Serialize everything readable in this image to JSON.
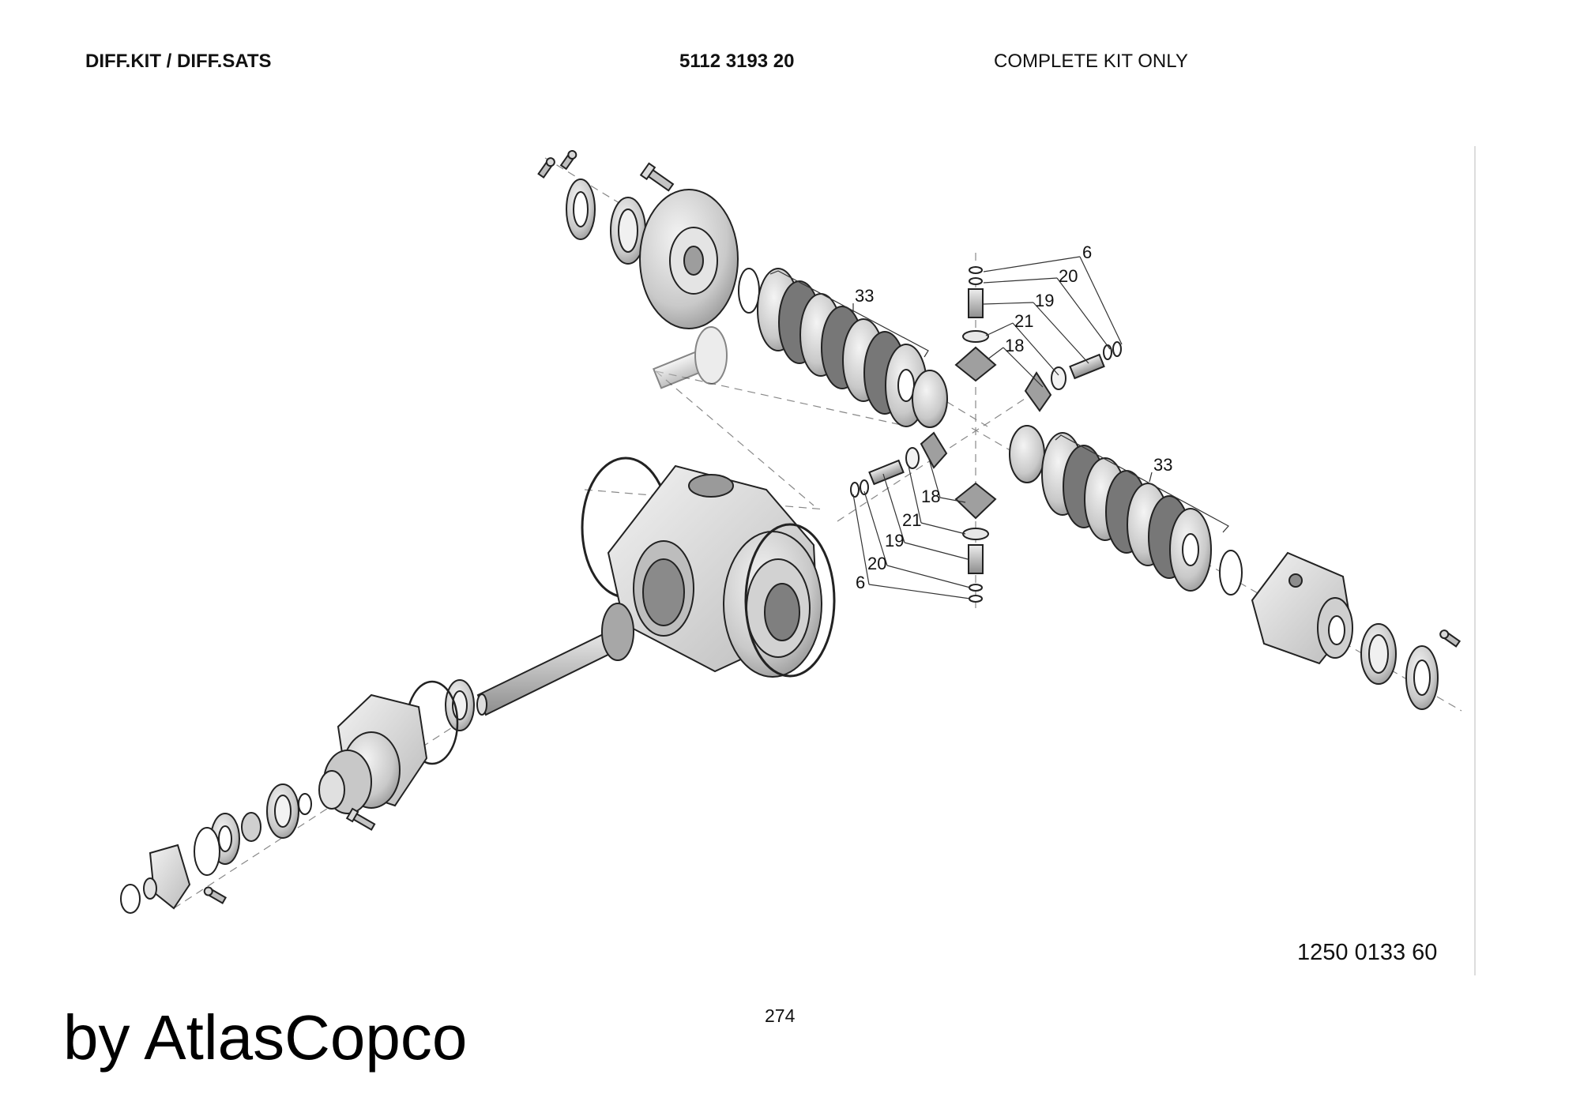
{
  "header": {
    "title": "DIFF.KIT / DIFF.SATS",
    "part_number": "5112 3193 20",
    "kit_note": "COMPLETE KIT ONLY"
  },
  "drawing_number": "1250 0133 60",
  "page_number": "274",
  "brand": "by AtlasCopco",
  "callouts": {
    "upper_disc_pack": "33",
    "upper_pin_ring": "6",
    "upper_pin_washer": "20",
    "upper_pin": "19",
    "upper_thrust_washer": "21",
    "upper_side_gear": "18",
    "lower_disc_pack": "33",
    "lower_side_gear": "18",
    "lower_thrust_washer": "21",
    "lower_pin": "19",
    "lower_pin_washer": "20",
    "lower_pin_ring": "6"
  }
}
